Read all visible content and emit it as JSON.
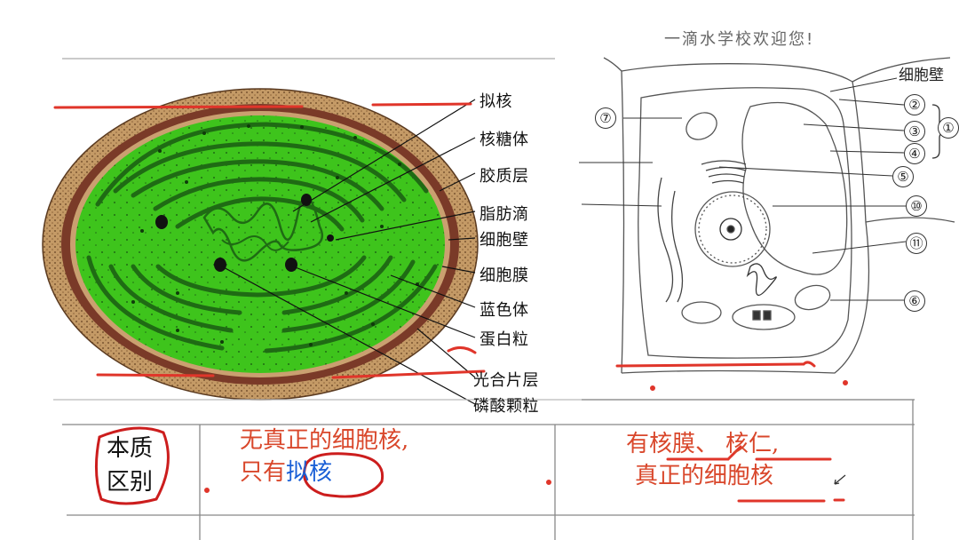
{
  "watermark": "一滴水学校欢迎您!",
  "prokaryote_labels": [
    "拟核",
    "核糖体",
    "胶质层",
    "脂肪滴",
    "细胞壁",
    "细胞膜",
    "蓝色体",
    "蛋白粒",
    "光合片层",
    "磷酸颗粒"
  ],
  "plant_cell_labels": {
    "cell_wall": "细胞壁",
    "numbers": [
      "⑦",
      "②",
      "③",
      "①",
      "④",
      "⑤",
      "⑩",
      "⑪",
      "⑥"
    ]
  },
  "table": {
    "row_header_line1": "本质",
    "row_header_line2": "区别",
    "prokaryote_line1": "无真正的细胞核,",
    "prokaryote_line2_prefix": "只有",
    "prokaryote_line2_highlight": "拟核",
    "eukaryote_part1": "有",
    "eukaryote_part2": "核膜",
    "eukaryote_part3": "、",
    "eukaryote_part4": "核仁,",
    "eukaryote_line2_prefix": "真正的细",
    "eukaryote_line2_highlight": "胞核"
  },
  "colors": {
    "green": "#3ec41c",
    "green_dark": "#1f6b14",
    "wall_brown": "#7a3a28",
    "capsule_tan": "#b8905e",
    "annotation_red": "#e0352a",
    "annotation_blue": "#1a5fd6"
  }
}
